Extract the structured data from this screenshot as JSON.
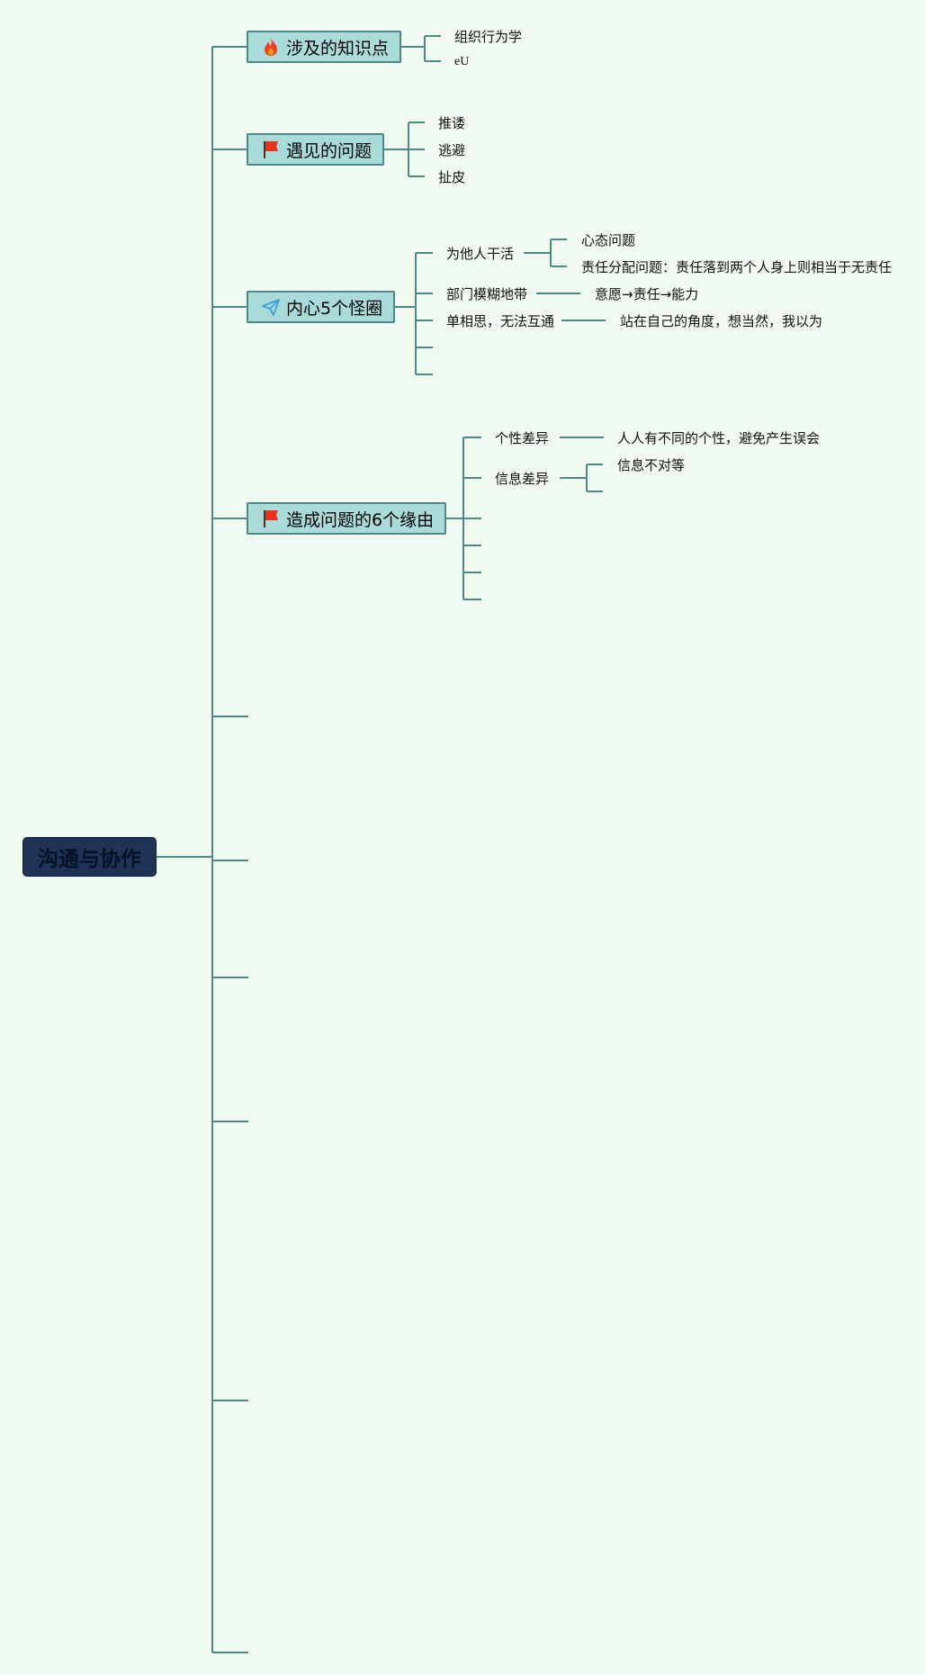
{
  "root": {
    "label": "沟通与协作"
  },
  "topics": [
    {
      "label": "涉及的知识点",
      "icon": "fire-icon",
      "children": [
        {
          "label": "组织行为学"
        },
        {
          "label": "eU"
        }
      ]
    },
    {
      "label": "遇见的问题",
      "icon": "flag-icon",
      "children": [
        {
          "label": "推诿"
        },
        {
          "label": "逃避"
        },
        {
          "label": "扯皮"
        }
      ]
    },
    {
      "label": "内心5个怪圈",
      "icon": "paper-plane-icon",
      "children": [
        {
          "label": "为他人干活",
          "children": [
            {
              "label": "心态问题"
            },
            {
              "label": "责任分配问题：责任落到两个人身上则相当于无责任"
            }
          ]
        },
        {
          "label": "部门模糊地带",
          "children": [
            {
              "label": "意愿→责任→能力"
            }
          ]
        },
        {
          "label": "单相思，无法互通",
          "children": [
            {
              "label": "站在自己的角度，想当然，我以为"
            }
          ]
        },
        {
          "label": ""
        },
        {
          "label": ""
        }
      ]
    },
    {
      "label": "造成问题的6个缘由",
      "icon": "flag-icon",
      "children": [
        {
          "label": "个性差异",
          "children": [
            {
              "label": "人人有不同的个性，避免产生误会"
            }
          ]
        },
        {
          "label": "信息差异",
          "children": [
            {
              "label": "信息不对等"
            },
            {
              "label": ""
            }
          ]
        },
        {
          "label": ""
        },
        {
          "label": ""
        },
        {
          "label": ""
        },
        {
          "label": ""
        }
      ]
    }
  ],
  "empty_topics_count": 6,
  "colors": {
    "background": "#f1faf0",
    "line": "#4d8a87",
    "topic_fill": "#a9dbd9",
    "root_fill": "#1f3356",
    "flag": "#e8321e",
    "fire": "#ef4124",
    "plane": "#3aa0d8"
  }
}
